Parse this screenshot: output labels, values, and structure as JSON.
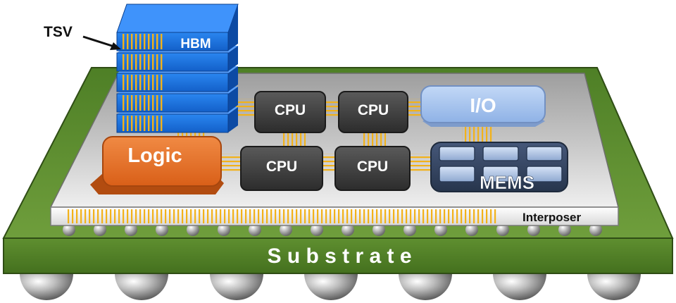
{
  "labels": {
    "tsv": "TSV",
    "hbm": "HBM",
    "logic": "Logic",
    "cpu_top_left": "CPU",
    "cpu_top_right": "CPU",
    "cpu_bottom_left": "CPU",
    "cpu_bottom_right": "CPU",
    "io": "I/O",
    "mems": "MEMS",
    "interposer": "Interposer",
    "substrate": "S u b s t r a t e"
  },
  "colors": {
    "substrate": "#5a8a2e",
    "interposer": "#b9b9b9",
    "hbm": "#1a73e0",
    "logic": "#e8742a",
    "cpu": "#3a3a3a",
    "io": "#a9c6ef",
    "mems": "#34455f",
    "tsv_wire": "#f2b21a"
  }
}
